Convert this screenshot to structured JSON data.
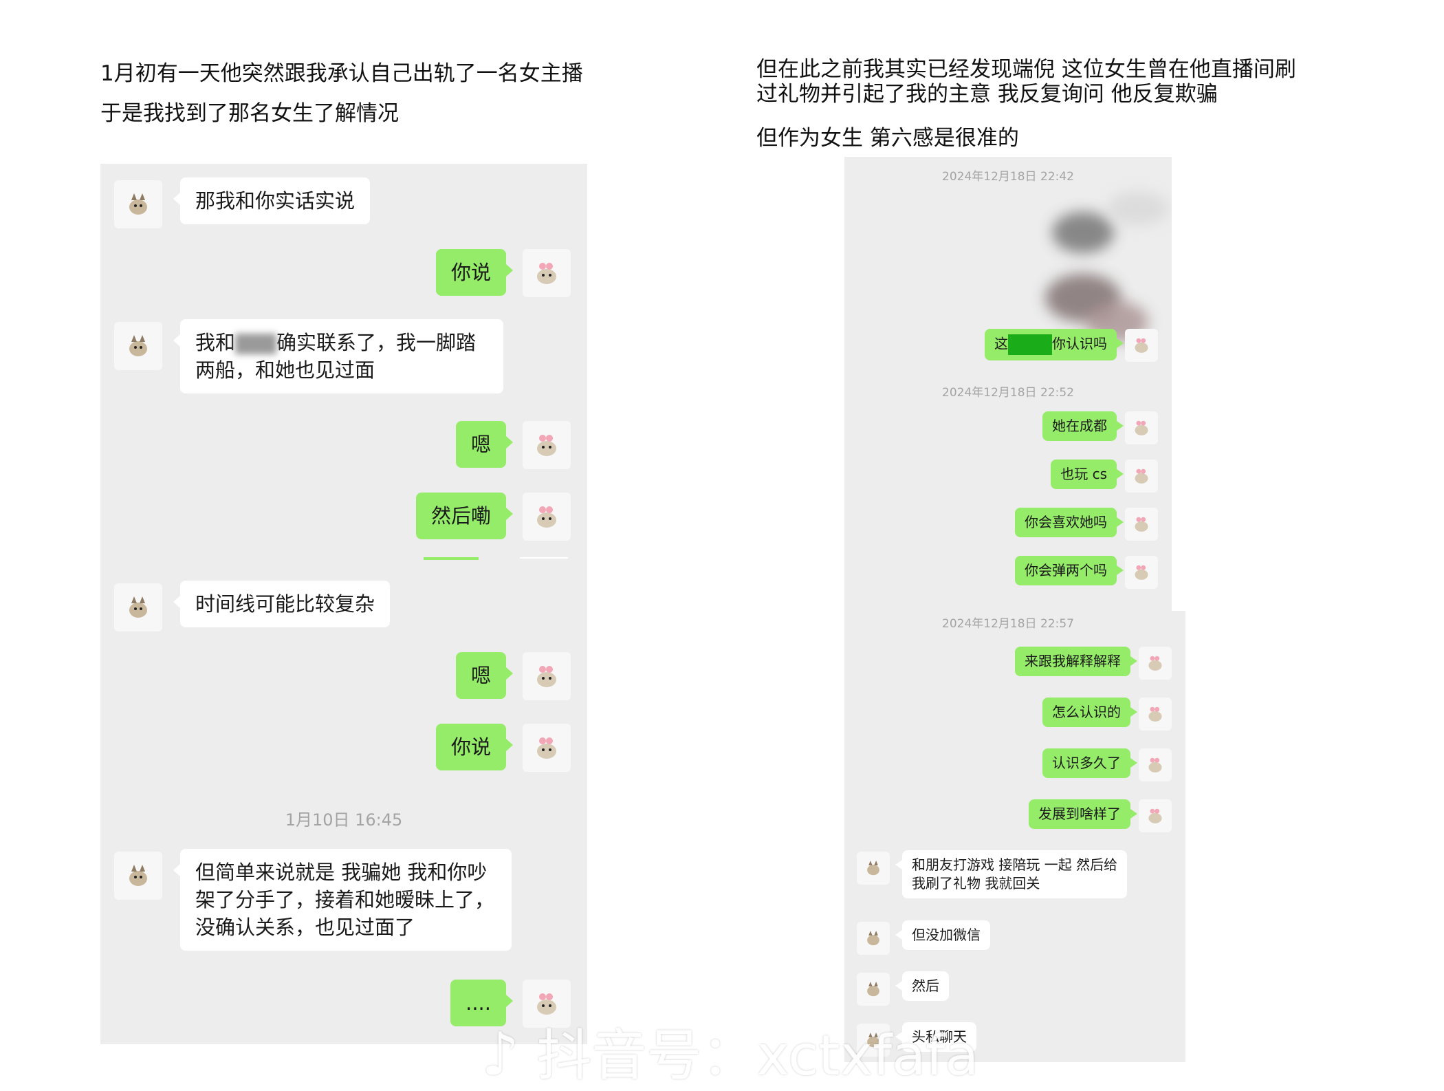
{
  "captions": {
    "left_line1": "1月初有一天他突然跟我承认自己出轨了一名女主播",
    "left_line2": "于是我找到了那名女生了解情况",
    "right_line1": "但在此之前我其实已经发现端倪 这位女生曾在他直播间刷",
    "right_line2": "过礼物并引起了我的主意 我反复询问 他反复欺骗",
    "right_line3": "但作为女生 第六感是很准的"
  },
  "left_chat": {
    "m1": "那我和你实话实说",
    "m2": "你说",
    "m3_a": "我和",
    "m3_b": "确实联系了，我一脚踏",
    "m3_c": "两船，和她也见过面",
    "m4": "嗯",
    "m5": "然后嘞",
    "m6": "时间线可能比较复杂",
    "m7": "嗯",
    "m8": "你说",
    "time1": "1月10日 16:45",
    "m9_a": "但简单来说就是 我骗她 我和你吵",
    "m9_b": "架了分手了，接着和她暧昧上了，",
    "m9_c": "没确认关系，也见过面了",
    "m10": "...."
  },
  "right_chat": {
    "time1": "2024年12月18日 22:42",
    "r1_a": "这",
    "r1_b": "你认识吗",
    "time2": "2024年12月18日 22:52",
    "r2": "她在成都",
    "r3": "也玩 cs",
    "r4": "你会喜欢她吗",
    "r5": "你会弹两个吗",
    "time3": "2024年12月18日 22:57",
    "r6": "来跟我解释解释",
    "r7": "怎么认识的",
    "r8": "认识多久了",
    "r9": "发展到啥样了",
    "r10_a": "和朋友打游戏 接陪玩 一起 然后给",
    "r10_b": "我刷了礼物 我就回关",
    "r11": "但没加微信",
    "r12": "然后",
    "r13": "头私聊天"
  },
  "watermark": "抖音号：xctxfafa",
  "colors": {
    "panel": "#ededed",
    "out_bubble": "#95ec69",
    "in_bubble": "#ffffff",
    "timestamp": "#a3a3a3"
  }
}
